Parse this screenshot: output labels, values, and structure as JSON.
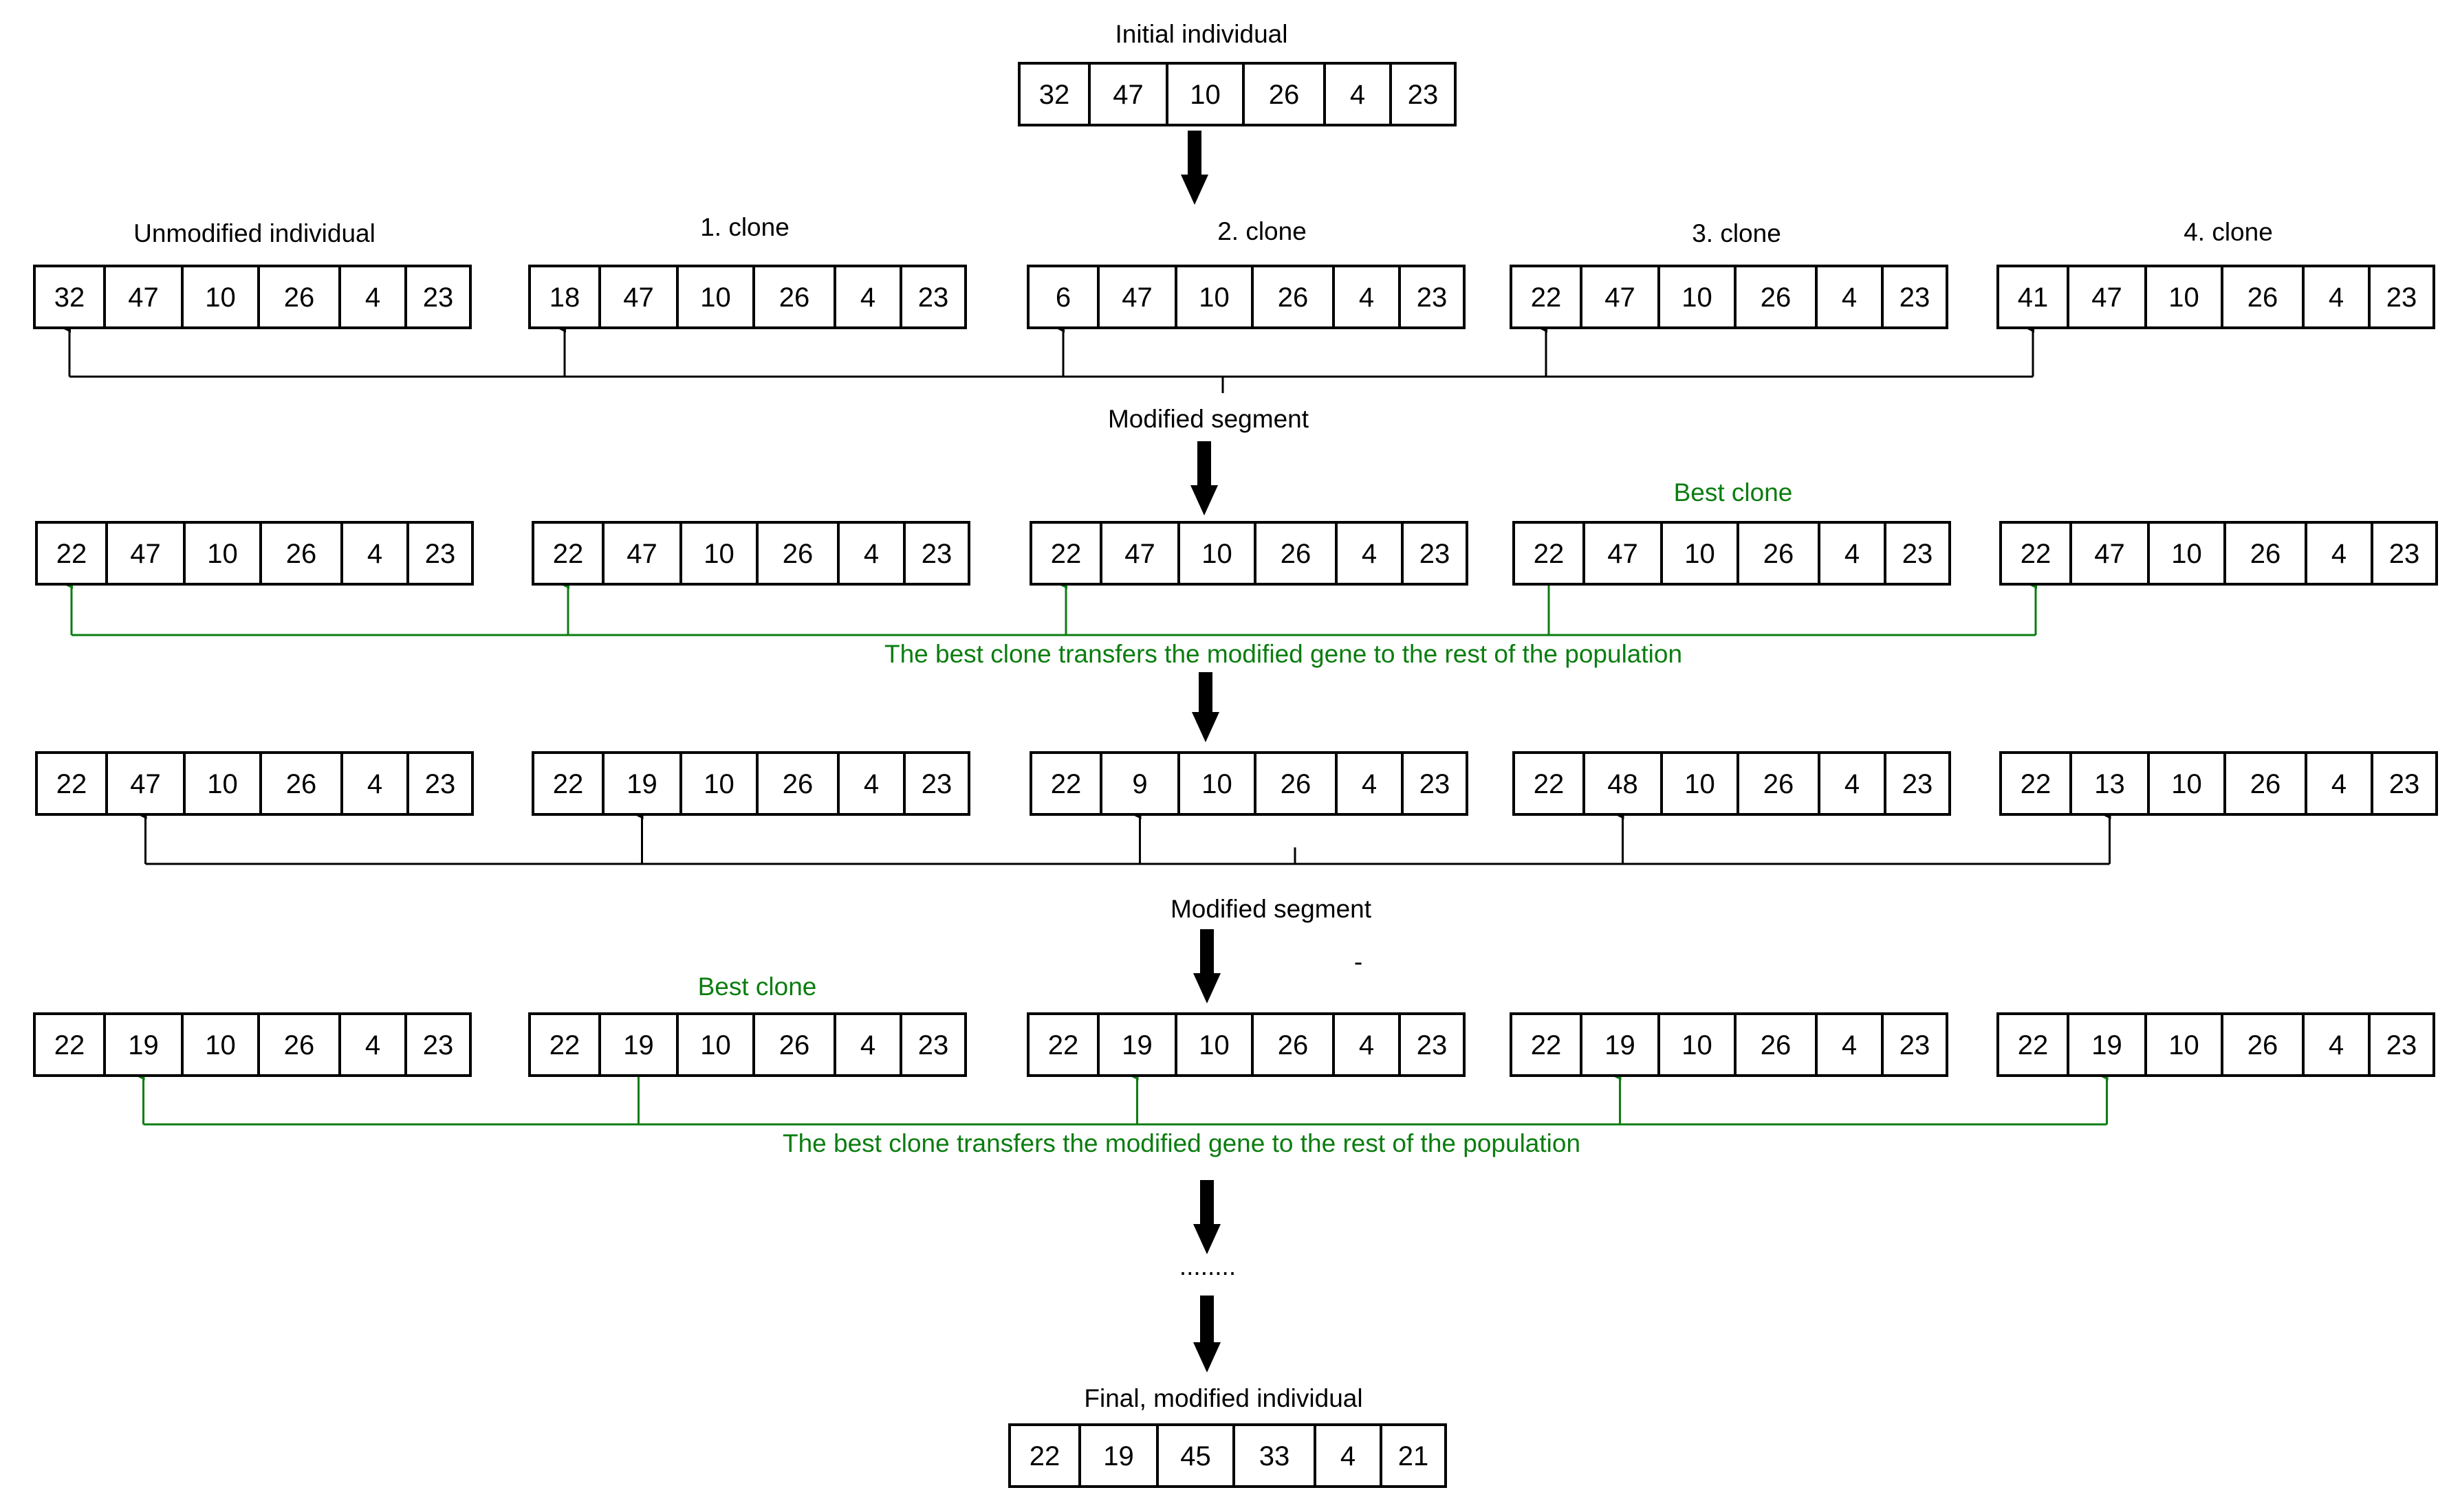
{
  "labels": {
    "initial": "Initial individual",
    "unmodified": "Unmodified individual",
    "clone1": "1. clone",
    "clone2": "2. clone",
    "clone3": "3. clone",
    "clone4": "4. clone",
    "modified_segment_1": "Modified segment",
    "best_clone_1": "Best clone",
    "transfer_1": "The best clone transfers the modified gene to the rest of the population",
    "modified_segment_2": "Modified segment",
    "best_clone_2": "Best clone",
    "transfer_2": "The best clone transfers the modified gene to the rest of the population",
    "ellipsis": "........",
    "final": "Final, modified individual",
    "dash": "-"
  },
  "individuals": {
    "initial": [
      "32",
      "47",
      "10",
      "26",
      "4",
      "23"
    ],
    "row1": [
      [
        "32",
        "47",
        "10",
        "26",
        "4",
        "23"
      ],
      [
        "18",
        "47",
        "10",
        "26",
        "4",
        "23"
      ],
      [
        "6",
        "47",
        "10",
        "26",
        "4",
        "23"
      ],
      [
        "22",
        "47",
        "10",
        "26",
        "4",
        "23"
      ],
      [
        "41",
        "47",
        "10",
        "26",
        "4",
        "23"
      ]
    ],
    "row2": [
      [
        "22",
        "47",
        "10",
        "26",
        "4",
        "23"
      ],
      [
        "22",
        "47",
        "10",
        "26",
        "4",
        "23"
      ],
      [
        "22",
        "47",
        "10",
        "26",
        "4",
        "23"
      ],
      [
        "22",
        "47",
        "10",
        "26",
        "4",
        "23"
      ],
      [
        "22",
        "47",
        "10",
        "26",
        "4",
        "23"
      ]
    ],
    "row3": [
      [
        "22",
        "47",
        "10",
        "26",
        "4",
        "23"
      ],
      [
        "22",
        "19",
        "10",
        "26",
        "4",
        "23"
      ],
      [
        "22",
        "9",
        "10",
        "26",
        "4",
        "23"
      ],
      [
        "22",
        "48",
        "10",
        "26",
        "4",
        "23"
      ],
      [
        "22",
        "13",
        "10",
        "26",
        "4",
        "23"
      ]
    ],
    "row4": [
      [
        "22",
        "19",
        "10",
        "26",
        "4",
        "23"
      ],
      [
        "22",
        "19",
        "10",
        "26",
        "4",
        "23"
      ],
      [
        "22",
        "19",
        "10",
        "26",
        "4",
        "23"
      ],
      [
        "22",
        "19",
        "10",
        "26",
        "4",
        "23"
      ],
      [
        "22",
        "19",
        "10",
        "26",
        "4",
        "23"
      ]
    ],
    "final": [
      "22",
      "19",
      "45",
      "33",
      "4",
      "21"
    ]
  },
  "colors": {
    "black": "#000000",
    "green": "#0b7d10"
  }
}
